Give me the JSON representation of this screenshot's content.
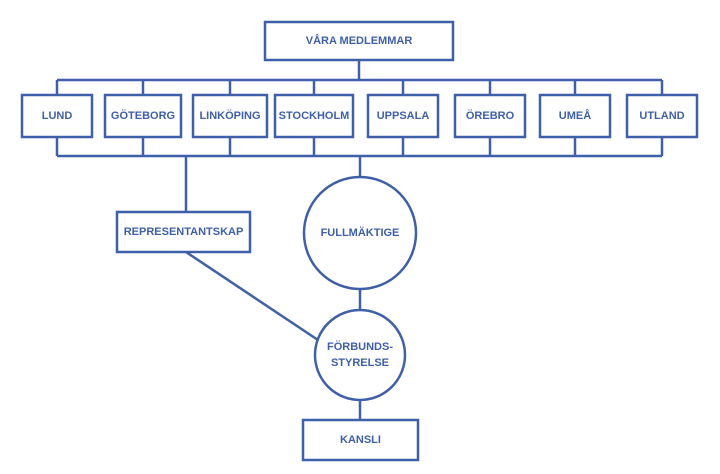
{
  "colors": {
    "stroke": "#3f5fa8",
    "text": "#3f5fa8",
    "background": "#ffffff"
  },
  "top": {
    "label": "VÅRA MEDLEMMAR"
  },
  "members": [
    {
      "label": "LUND"
    },
    {
      "label": "GÖTEBORG"
    },
    {
      "label": "LINKÖPING"
    },
    {
      "label": "STOCKHOLM"
    },
    {
      "label": "UPPSALA"
    },
    {
      "label": "ÖREBRO"
    },
    {
      "label": "UMEÅ"
    },
    {
      "label": "UTLAND"
    }
  ],
  "representantskap": {
    "label": "REPRESENTANTSKAP"
  },
  "fullmaktige": {
    "label": "FULLMÄKTIGE"
  },
  "forbundsstyrelse": {
    "lines": [
      "FÖRBUNDS-",
      "STYRELSE"
    ]
  },
  "kansli": {
    "label": "KANSLI"
  }
}
